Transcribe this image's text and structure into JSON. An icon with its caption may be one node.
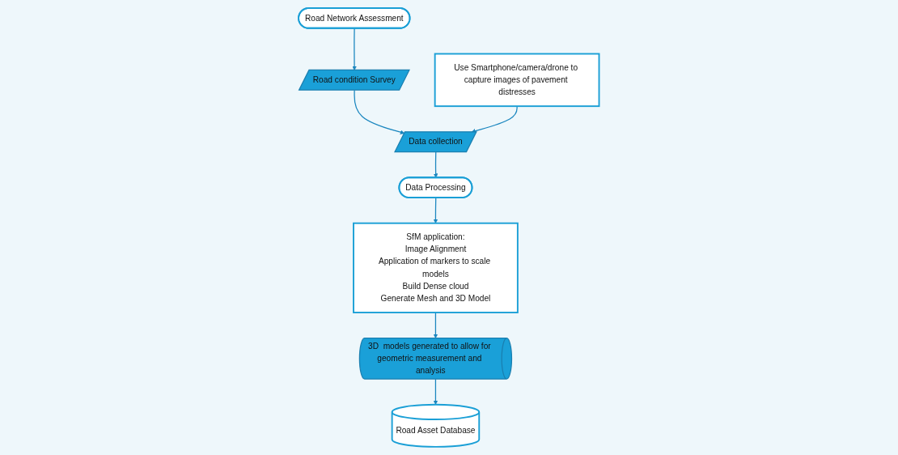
{
  "diagram": {
    "nodes": [
      {
        "text": [
          "Road Network Assessment"
        ]
      },
      {
        "text": [
          "Road condition Survey"
        ]
      },
      {
        "text": [
          "Data collection"
        ]
      },
      {
        "text": [
          "Use Smartphone/camera/drone to capture images of pavement distresses"
        ]
      },
      {
        "text": [
          "Data Processing"
        ]
      },
      {
        "text": [
          "SfM application:",
          "Image Alignment",
          "Application of markers to scale models",
          "Build Dense cloud",
          "Generate Mesh and 3D Model"
        ]
      },
      {
        "text": [
          "3D  models generated to allow for geometric measurement and analysis"
        ]
      },
      {
        "text": [
          "Road Asset Database"
        ]
      }
    ],
    "edges": [
      {
        "from": 0,
        "to": 1,
        "arrow": "to"
      },
      {
        "from": 1,
        "to": 2,
        "arrow": "to"
      },
      {
        "from": 3,
        "to": 2,
        "arrow": "to"
      },
      {
        "from": 2,
        "to": 4,
        "arrow": "to"
      },
      {
        "from": 4,
        "to": 5,
        "arrow": "to"
      },
      {
        "from": 5,
        "to": 6,
        "arrow": "to"
      },
      {
        "from": 6,
        "to": 7,
        "arrow": "to"
      }
    ]
  }
}
